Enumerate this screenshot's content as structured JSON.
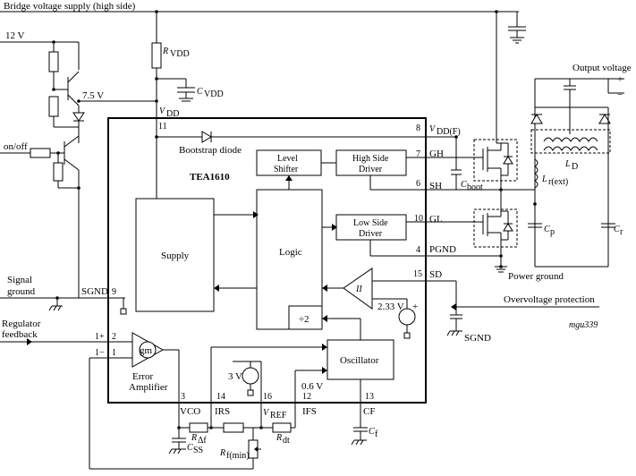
{
  "top_supply": "Bridge voltage supply (high side)",
  "v12": "12 V",
  "v75": "7.5 V",
  "onoff": "on/off",
  "rvdd": "R",
  "rvdd_sub": "VDD",
  "cvdd": "C",
  "cvdd_sub": "VDD",
  "vdd_pin": "V",
  "vdd_pin_sub": "DD",
  "pin11": "11",
  "bootstrap": "Bootstrap diode",
  "chip": "TEA1610",
  "level_shifter_1": "Level",
  "level_shifter_2": "Shifter",
  "hs_driver_1": "High Side",
  "hs_driver_2": "Driver",
  "ls_driver_1": "Low Side",
  "ls_driver_2": "Driver",
  "supply": "Supply",
  "logic": "Logic",
  "div2": "÷2",
  "oscillator": "Oscillator",
  "gm": "gm",
  "error_amp_1": "Error",
  "error_amp_2": "Amplifier",
  "signal_ground_1": "Signal",
  "signal_ground_2": "ground",
  "sgnd": "SGND",
  "pin9": "9",
  "regulator_1": "Regulator",
  "regulator_2": "feedback",
  "pin2_label": "1+",
  "pin2": "2",
  "pin1_label": "1−",
  "pin1": "1",
  "pin8": "8",
  "vddf": "V",
  "vddf_sub": "DD(F)",
  "pin7": "7",
  "gh": "GH",
  "pin6": "6",
  "sh": "SH",
  "cboot": "C",
  "cboot_sub": "boot",
  "pin10": "10",
  "gl": "GL",
  "pin4": "4",
  "pgnd": "PGND",
  "pin15": "15",
  "sd": "SD",
  "v233": "2.33 V",
  "v3": "3 V",
  "v06": "0.6 V",
  "pin3": "3",
  "vco": "VCO",
  "pin14": "14",
  "irs": "IRS",
  "pin16": "16",
  "vref": "V",
  "vref_sub": "REF",
  "pin12": "12",
  "ifs": "IFS",
  "pin13": "13",
  "cf": "CF",
  "cf_label": "C",
  "cf_sub": "f",
  "css": "C",
  "css_sub": "SS",
  "rdf": "R",
  "rdf_sub": "Δf",
  "rfmin": "R",
  "rfmin_sub": "f(min)",
  "rdt": "R",
  "rdt_sub": "dt",
  "output_voltage": "Output voltage",
  "plus": "+",
  "minus": "−",
  "ld": "L",
  "ld_sub": "D",
  "lrext": "L",
  "lrext_sub": "r(ext)",
  "cp": "C",
  "cp_sub": "p",
  "cr": "C",
  "cr_sub": "r",
  "power_ground": "Power ground",
  "ovp": "Overvoltage protection",
  "sgnd2": "SGND",
  "mgu": "mgu339",
  "plus_sign": "+",
  "pin16b": "",
  "ii": "II"
}
